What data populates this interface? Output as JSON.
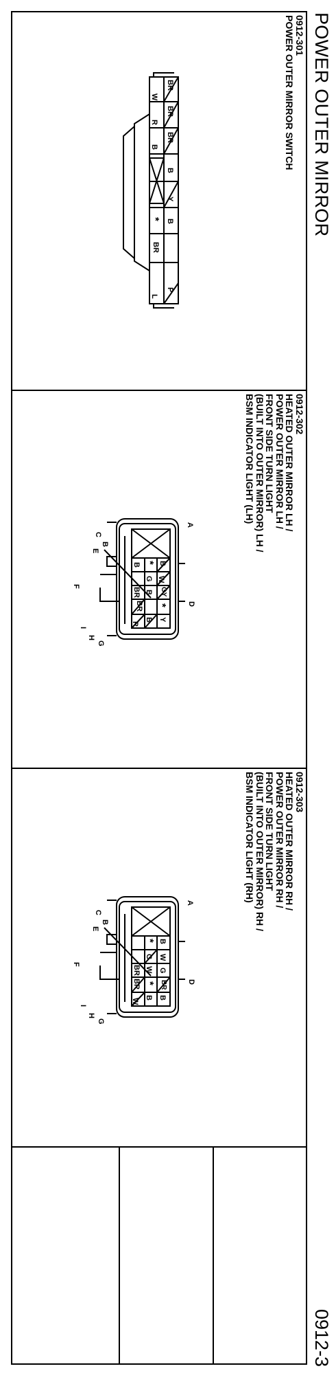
{
  "page": {
    "title": "POWER OUTER MIRROR",
    "page_number": "0912-3"
  },
  "connectors": [
    {
      "code": "0912-301",
      "description_lines": [
        "POWER OUTER MIRROR SWITCH"
      ],
      "pins": [
        "BR",
        "W",
        "BR",
        "R",
        "BR",
        "B",
        "B",
        "Y",
        "B",
        "*",
        "BR",
        "P",
        "L"
      ]
    },
    {
      "code": "0912-302",
      "description_lines": [
        "HEATED OUTER MIRROR LH /",
        "POWER OUTER MIRROR LH /",
        "FRONT SIDE TURN LIGHT",
        "(BUILT INTO OUTER MIRROR) LH /",
        "BSM INDICATOR LIGHT (LH)"
      ],
      "callouts": [
        "A",
        "B",
        "C",
        "D",
        "E",
        "F",
        "G",
        "H",
        "I"
      ],
      "pins": [
        "B",
        "W",
        "GY",
        "*",
        "G",
        "B",
        "Y",
        "B",
        "*",
        "B",
        "BR",
        "BR",
        "R"
      ]
    },
    {
      "code": "0912-303",
      "description_lines": [
        "HEATED OUTER MIRROR RH /",
        "POWER OUTER MIRROR RH /",
        "FRONT SIDE TURN LIGHT",
        "(BUILT INTO OUTER MIRROR) RH /",
        "BSM INDICATOR LIGHT (RH)"
      ],
      "callouts": [
        "A",
        "B",
        "C",
        "D",
        "E",
        "F",
        "G",
        "H",
        "I"
      ],
      "pins": [
        "B",
        "W",
        "G",
        "*",
        "G",
        "W",
        "B",
        "BR",
        "BR",
        "*",
        "BR",
        "W",
        "B"
      ]
    }
  ]
}
